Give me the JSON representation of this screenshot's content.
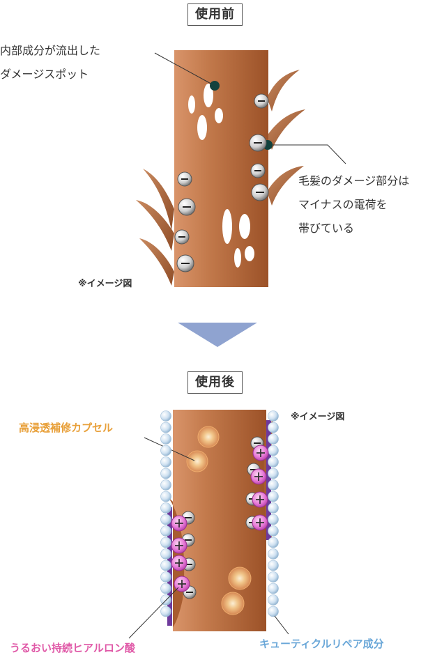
{
  "before": {
    "title": "使用前",
    "leak_label": [
      "内部成分が流出した",
      "ダメージスポット"
    ],
    "charge_label": [
      "毛髪のダメージ部分は",
      "マイナスの電荷を",
      "帯びている"
    ],
    "note": "※イメージ図"
  },
  "after": {
    "title": "使用後",
    "note": "※イメージ図",
    "capsule_label": "高浸透補修カプセル",
    "hyaluronic_label": "うるおい持続ヒアルロン酸",
    "cuticle_label": "キューティクルリペア成分"
  },
  "colors": {
    "hair_brown": "#b96a3e",
    "capsule_label": "#e8a03a",
    "hyaluronic_label": "#e05aa8",
    "cuticle_label": "#6aa7d8",
    "arrow": "#8fa3d0"
  },
  "symbols": {
    "minus": "−",
    "plus": "+"
  }
}
